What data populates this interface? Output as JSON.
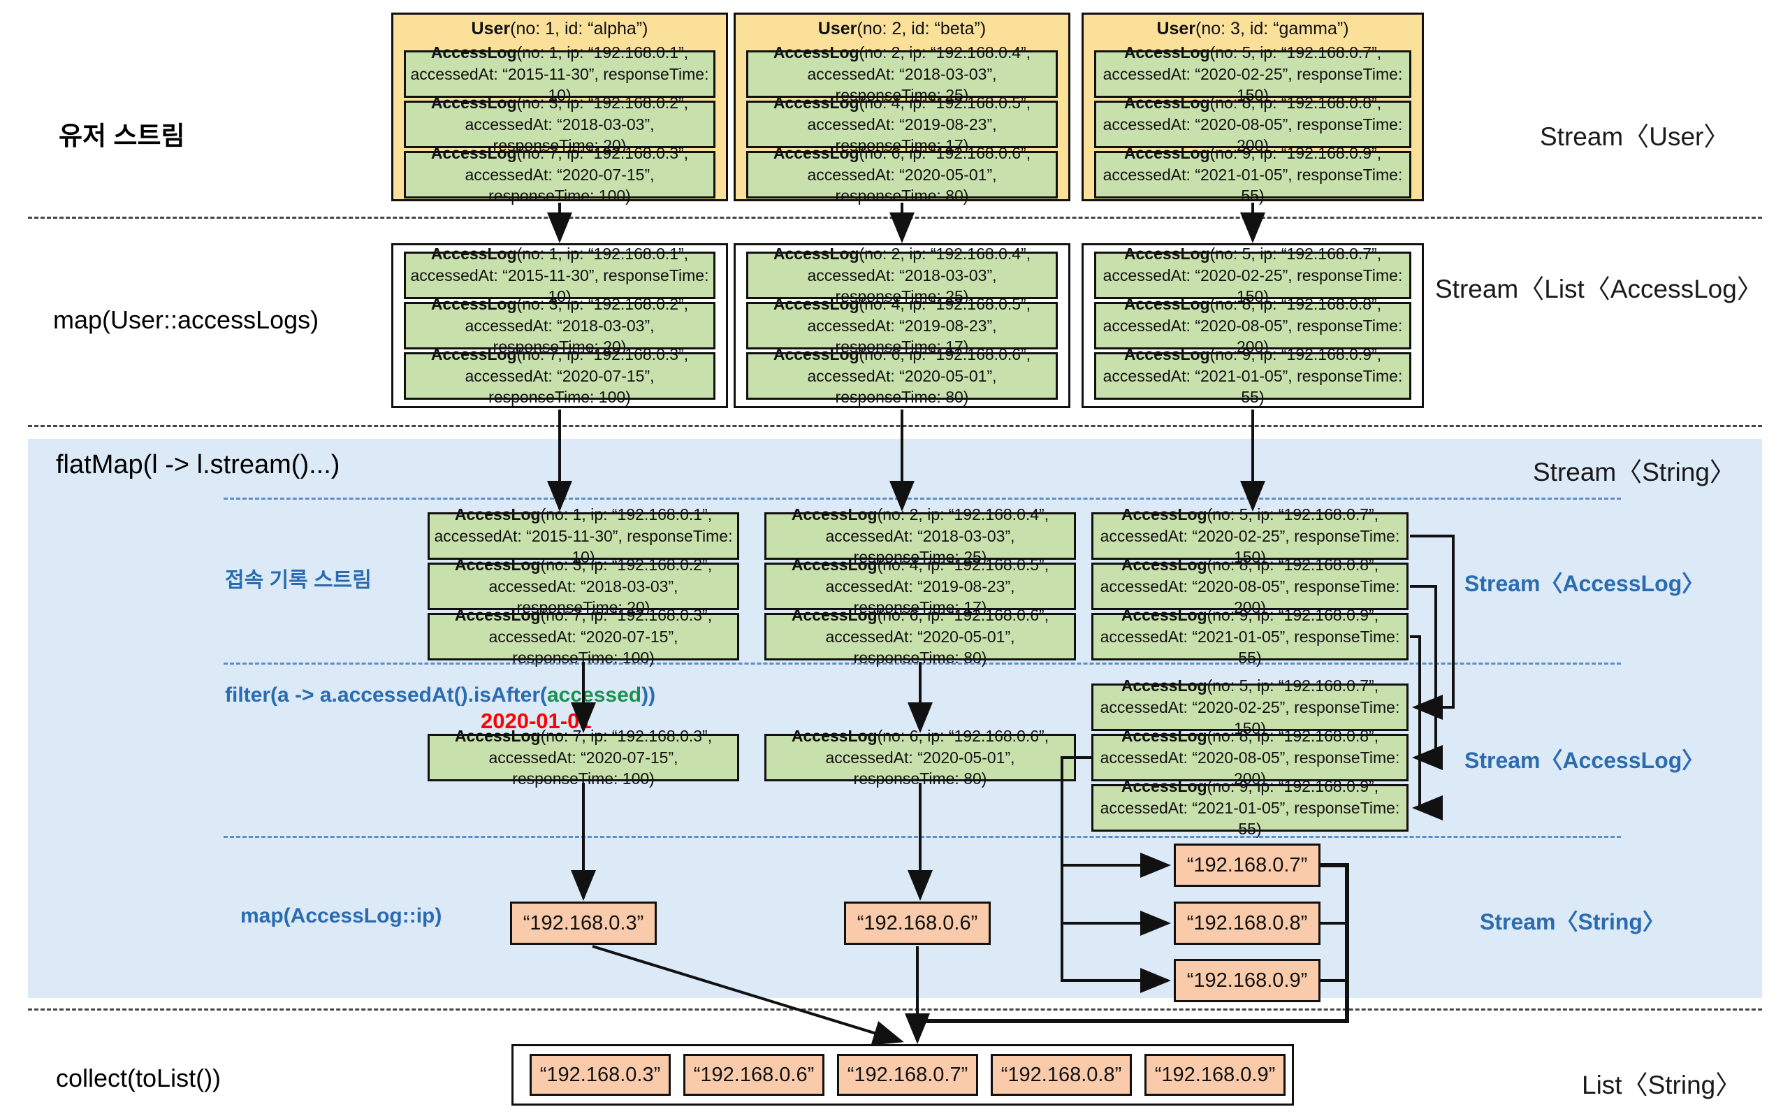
{
  "diagram": {
    "title_rows": {
      "user_stream": "유저 스트림",
      "map_access_logs": "map(User::accessLogs)",
      "flat_map": "flatMap(l -> l.stream()...)",
      "collect": "collect(toList())"
    },
    "inner_labels": {
      "access_log_stream": "접속 기록 스트림",
      "filter": "filter(a -> a.accessedAt().isAfter(",
      "filter_arg": "accessed",
      "filter_close": "))",
      "filter_date": "2020-01-01",
      "map_ip": "map(AccessLog::ip)"
    },
    "type_labels": {
      "stream_user": "Stream〈User〉",
      "stream_list_accesslog": "Stream〈List〈AccessLog〉",
      "stream_string_top": "Stream〈String〉",
      "stream_accesslog_1": "Stream〈AccessLog〉",
      "stream_accesslog_2": "Stream〈AccessLog〉",
      "stream_string_map": "Stream〈String〉",
      "list_string": "List〈String〉"
    },
    "colors": {
      "user_fill": "#fbe09a",
      "log_fill": "#c8e0ac",
      "ip_fill": "#f9cbab",
      "band_fill": "#dce9f7",
      "accent_blue": "#2b6cb0",
      "accent_green": "#1a9150",
      "accent_red": "#ff0000",
      "stroke": "#111111"
    },
    "users": [
      {
        "title_bold": "User",
        "title_rest": "(no: 1, id: “alpha”)"
      },
      {
        "title_bold": "User",
        "title_rest": "(no: 2, id: “beta”)"
      },
      {
        "title_bold": "User",
        "title_rest": "(no: 3, id: “gamma”)"
      }
    ],
    "logs": {
      "col1": [
        {
          "l1": "(no: 1, ip: “192.168.0.1”,",
          "l2": "accessedAt: “2015-11-30”, responseTime: 10)"
        },
        {
          "l1": "(no: 3, ip: “192.168.0.2”,",
          "l2": "accessedAt: “2018-03-03”, responseTime: 20)"
        },
        {
          "l1": "(no: 7, ip: “192.168.0.3”,",
          "l2": "accessedAt: “2020-07-15”, responseTime: 100)"
        }
      ],
      "col2": [
        {
          "l1": "(no: 2, ip: “192.168.0.4”,",
          "l2": "accessedAt: “2018-03-03”, responseTime: 25)"
        },
        {
          "l1": "(no: 4, ip: “192.168.0.5”,",
          "l2": "accessedAt: “2019-08-23”, responseTime: 17)"
        },
        {
          "l1": "(no: 6, ip: “192.168.0.6”,",
          "l2": "accessedAt: “2020-05-01”, responseTime: 80)"
        }
      ],
      "col3": [
        {
          "l1": "(no: 5, ip: “192.168.0.7”,",
          "l2": "accessedAt: “2020-02-25”, responseTime: 150)"
        },
        {
          "l1": "(no: 8, ip: “192.168.0.8”,",
          "l2": "accessedAt: “2020-08-05”, responseTime: 200)"
        },
        {
          "l1": "(no: 9, ip: “192.168.0.9”,",
          "l2": "accessedAt: “2021-01-05”, responseTime: 55)"
        }
      ]
    },
    "filtered": {
      "col1": [
        {
          "l1": "(no: 7, ip: “192.168.0.3”,",
          "l2": "accessedAt: “2020-07-15”, responseTime: 100)"
        }
      ],
      "col2": [
        {
          "l1": "(no: 6, ip: “192.168.0.6”,",
          "l2": "accessedAt: “2020-05-01”, responseTime: 80)"
        }
      ],
      "col3": [
        {
          "l1": "(no: 5, ip: “192.168.0.7”,",
          "l2": "accessedAt: “2020-02-25”, responseTime: 150)"
        },
        {
          "l1": "(no: 8, ip: “192.168.0.8”,",
          "l2": "accessedAt: “2020-08-05”, responseTime: 200)"
        },
        {
          "l1": "(no: 9, ip: “192.168.0.9”,",
          "l2": "accessedAt: “2021-01-05”, responseTime: 55)"
        }
      ]
    },
    "log_class_name": "AccessLog",
    "mapped_ips": {
      "col1": "“192.168.0.3”",
      "col2": "“192.168.0.6”",
      "col3": [
        "“192.168.0.7”",
        "“192.168.0.8”",
        "“192.168.0.9”"
      ]
    },
    "collected": [
      "“192.168.0.3”",
      "“192.168.0.6”",
      "“192.168.0.7”",
      "“192.168.0.8”",
      "“192.168.0.9”"
    ]
  }
}
